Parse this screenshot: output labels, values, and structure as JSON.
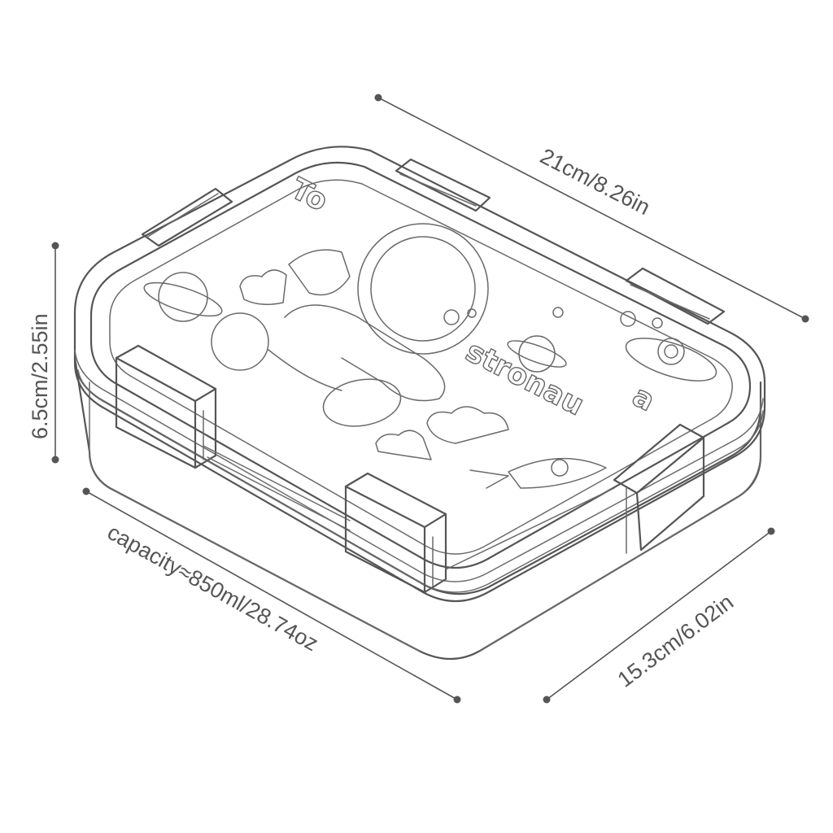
{
  "dimensions": {
    "length": "21cm/8.26in",
    "height": "6.5cm/2.55in",
    "width": "15.3cm/6.02in",
    "capacity": "capacity≈850ml/28.74oz"
  },
  "lid_artwork": {
    "word_top": "To",
    "word_mid": "stronau",
    "word_small": "a"
  }
}
